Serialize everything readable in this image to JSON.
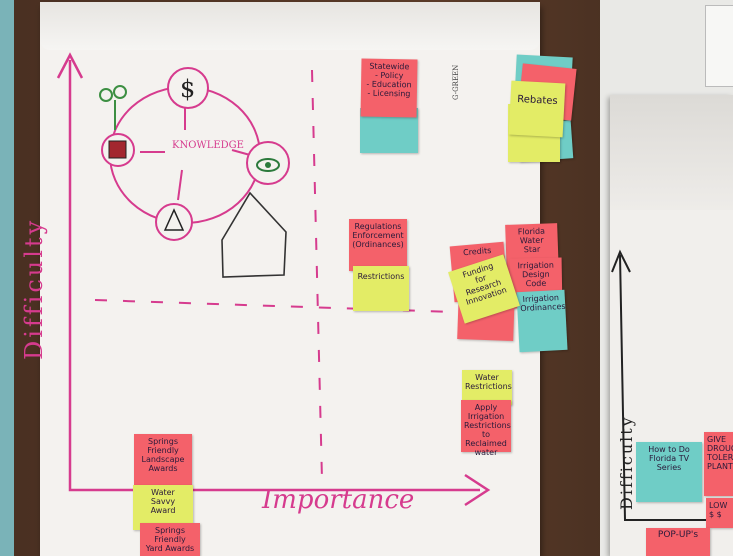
{
  "axes": {
    "vertical": "Difficulty",
    "horizontal": "Importance",
    "right_sheet_vertical": "Difficulty"
  },
  "drawing": {
    "center_label": "KNOWLEDGE",
    "dollar_symbol": "$"
  },
  "corner_note": "G-GREEN",
  "notes": {
    "statewide": "Statewide\n- Policy\n- Education\n- Licensing",
    "rebates": "Rebates",
    "regulations": "Regulations\nEnforcement\n(Ordinances)",
    "restrictions": "Restrictions",
    "florida_water_star": "Florida\nWater\nStar",
    "irrigation_design": "Irrigation\nDesign\nCode",
    "credits": "Credits",
    "funding": "Funding\nfor\nResearch\nInnovation",
    "irrigation_ordinances": "Irrigation\nOrdinances",
    "water_restrictions": "Water\nRestrictions",
    "apply_irrigation": "Apply\nIrrigation\nRestrictions\nto Reclaimed\nwater",
    "springs_friendly": "Springs\nFriendly\nLandscape\nAwards",
    "water_savvy": "Water\nSavvy\nAward",
    "springs_yard": "Springs\nFriendly\nYard Awards",
    "how_to_do": "How to Do\nFlorida TV\nSeries",
    "give": "GIVE\nDROUGHT\nTOLERANT\nPLANTS",
    "popups": "POP-UP's",
    "low": "LOW\n$ $"
  }
}
